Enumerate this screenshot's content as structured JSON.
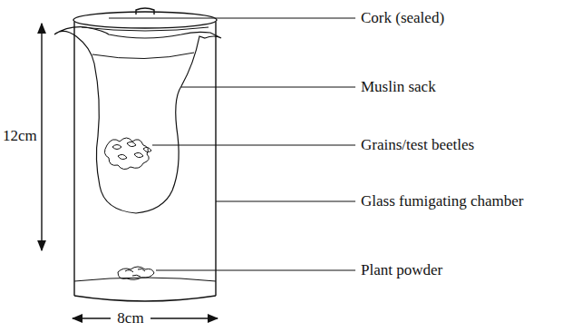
{
  "diagram": {
    "labels": [
      "Cork (sealed)",
      "Muslin sack",
      "12cm",
      "Grains/test beetles",
      "Glass fumigating chamber",
      "Plant powder",
      "8cm"
    ]
  }
}
